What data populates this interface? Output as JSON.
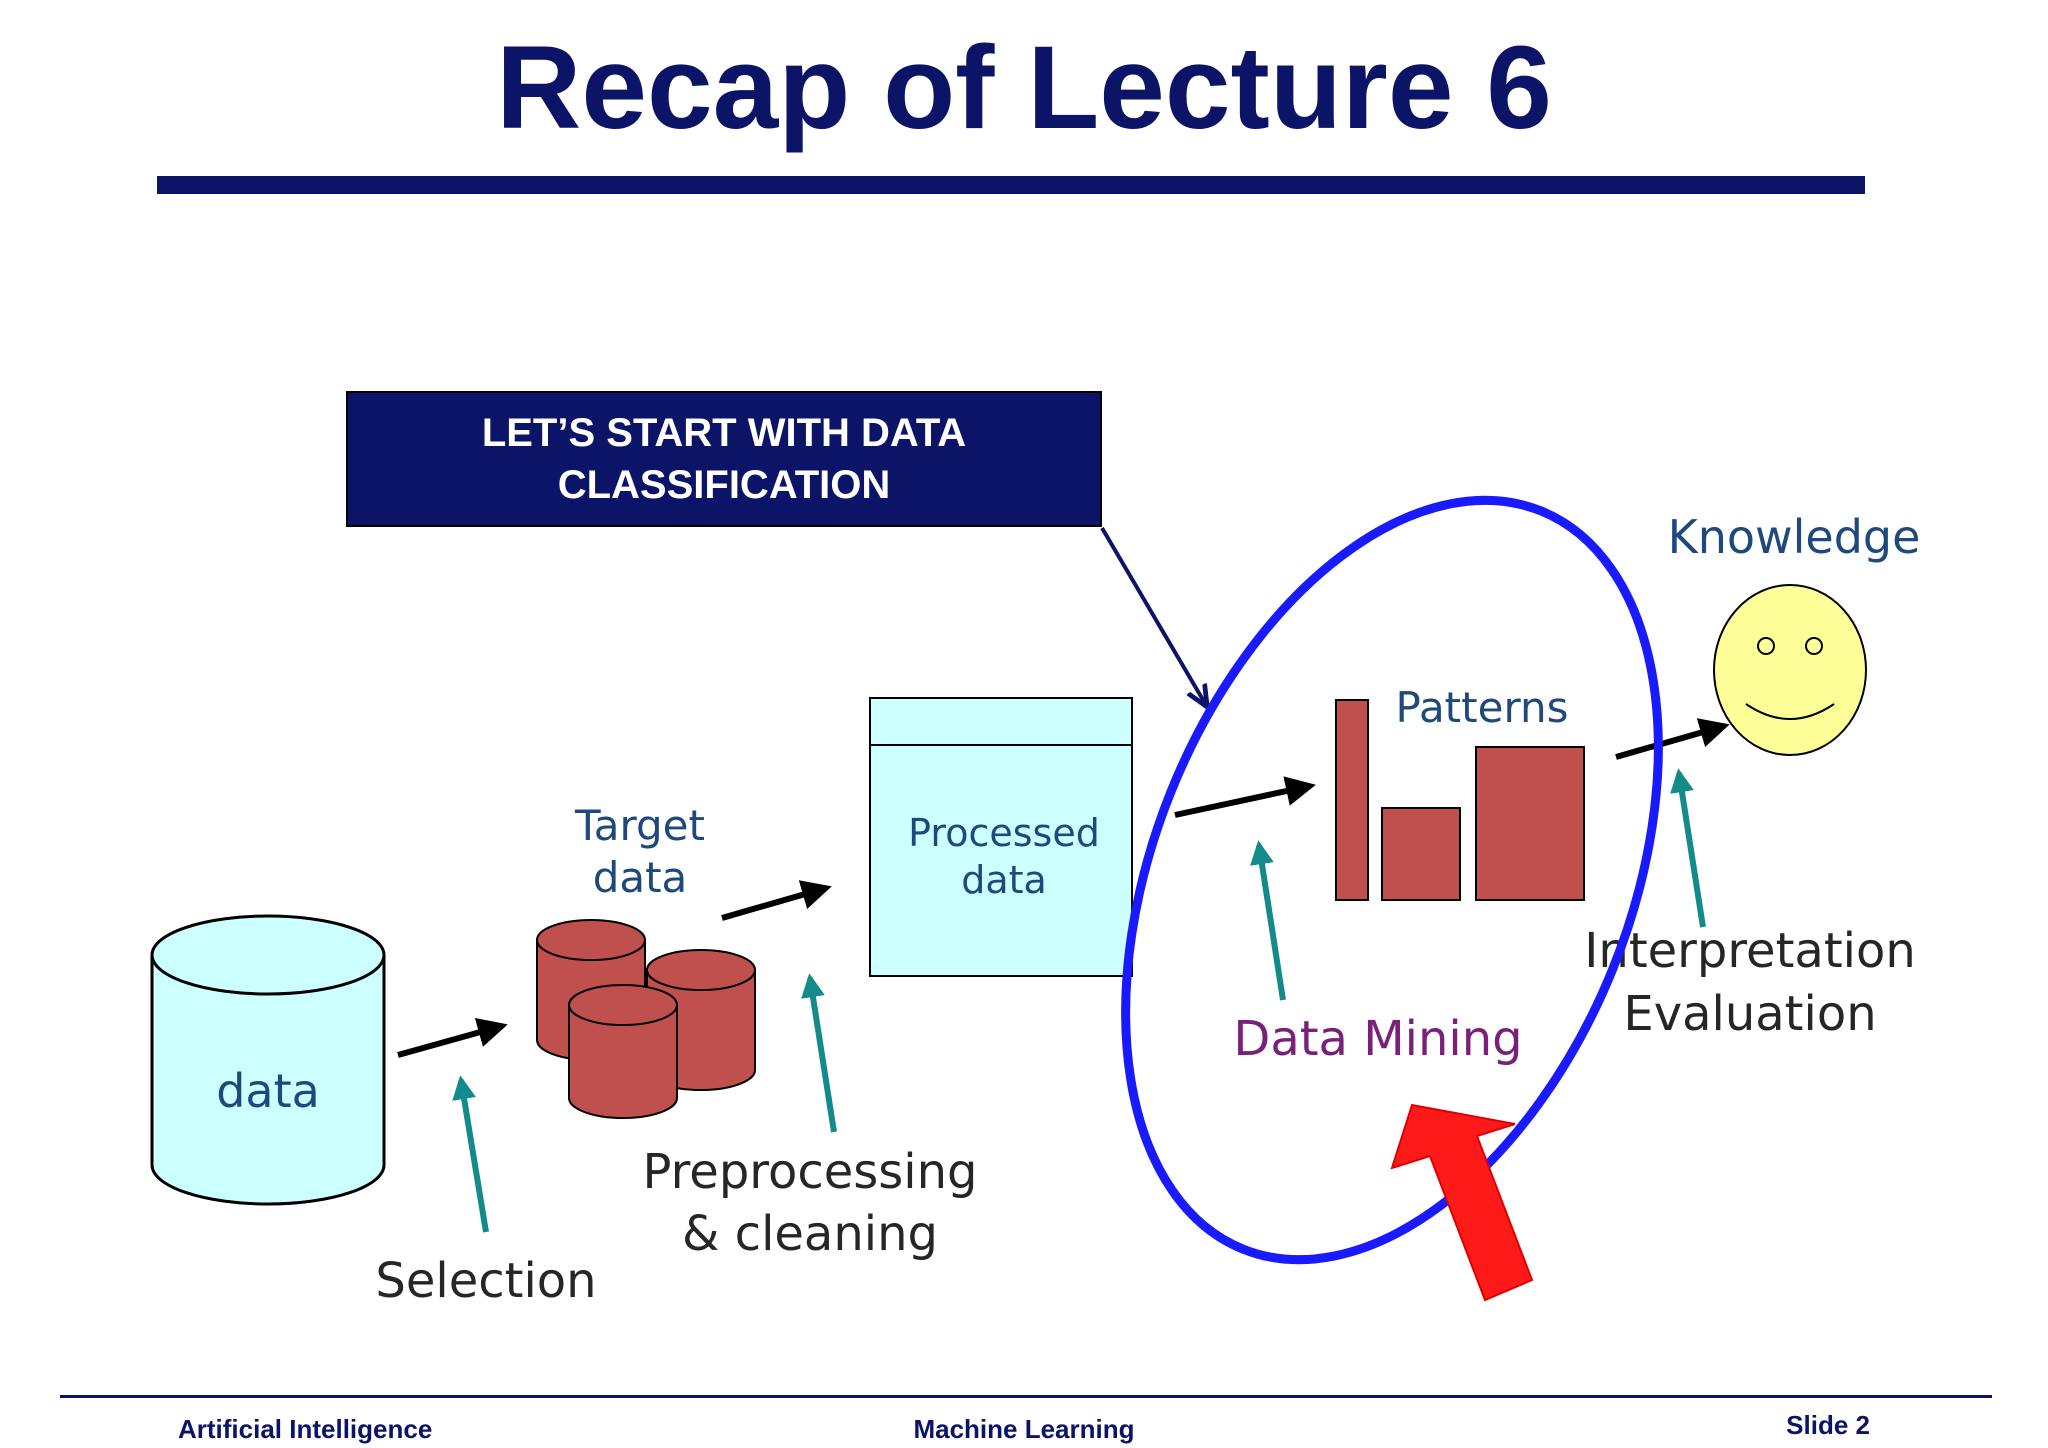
{
  "slide": {
    "title": "Recap of Lecture 6",
    "callout": "LET’S START WITH DATA CLASSIFICATION"
  },
  "diagram": {
    "nodes": {
      "data": "data",
      "target": [
        "Target",
        "data"
      ],
      "processed": [
        "Processed",
        "data"
      ],
      "patterns": "Patterns",
      "knowledge": "Knowledge"
    },
    "steps": {
      "selection": "Selection",
      "preprocessing": [
        "Preprocessing",
        "& cleaning"
      ],
      "mining": "Data Mining",
      "interpretation": [
        "Interpretation",
        "Evaluation"
      ]
    },
    "colors": {
      "navy": "#0b1466",
      "cyan_fill": "#ccffff",
      "bar_red": "#c0504d",
      "teal_arrow": "#148b8b",
      "ellipse_blue": "#1a1aff",
      "highlight_red": "#ff1a1a",
      "smiley_yellow": "#ffff99",
      "node_label": "#1f497d",
      "mining_label": "#7a1f7a"
    }
  },
  "footer": {
    "left": "Artificial Intelligence",
    "center": "Machine Learning",
    "right": "Slide 2"
  }
}
